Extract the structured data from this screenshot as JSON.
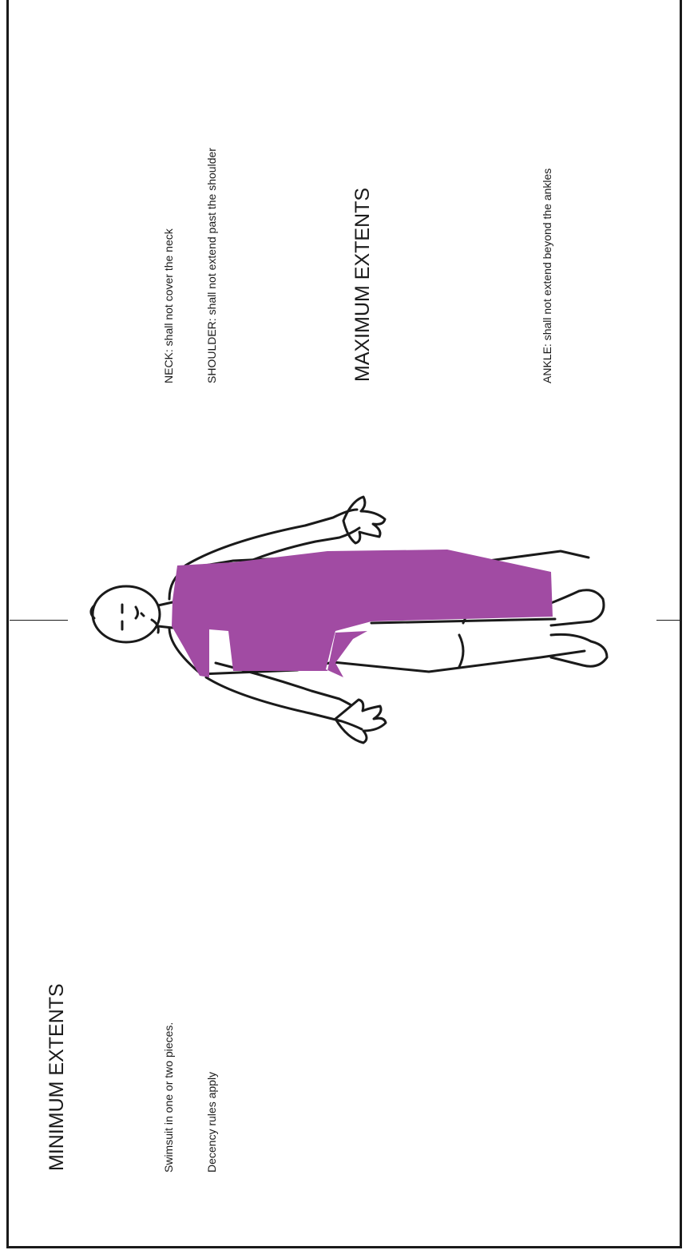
{
  "minimum": {
    "heading": "MINIMUM EXTENTS",
    "rules": [
      "Swimsuit in one or two pieces.",
      "Decency rules apply"
    ]
  },
  "maximum": {
    "heading": "MAXIMUM EXTENTS",
    "rules": [
      "NECK: shall not cover the neck",
      "SHOULDER: shall not extend past the shoulder",
      "ANKLE: shall not extend beyond the ankles"
    ]
  },
  "colors": {
    "coverage": "#a14ba3",
    "outline": "#1a1a1a",
    "background": "#ffffff"
  },
  "figure": {
    "icon": "human-body-outline-icon",
    "coverage_region": "suit-coverage-area"
  }
}
